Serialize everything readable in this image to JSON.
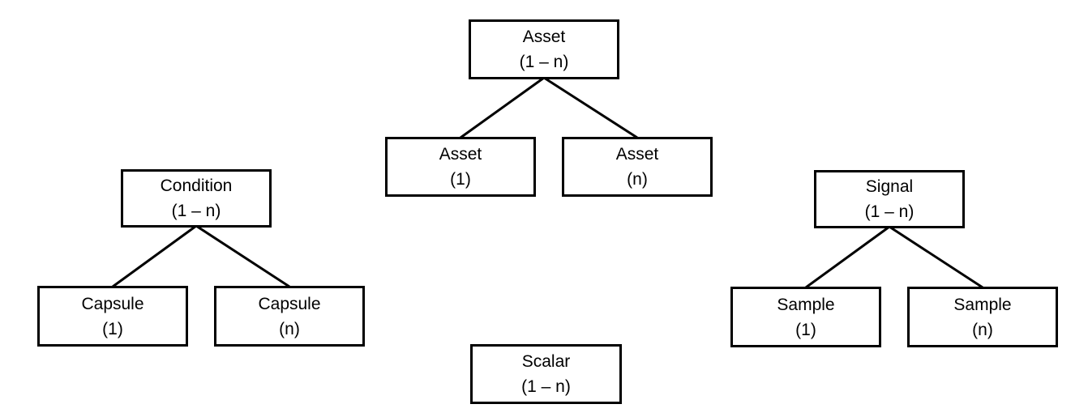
{
  "nodes": {
    "asset_root": {
      "name": "Asset",
      "count": "(1 – n)"
    },
    "asset_one": {
      "name": "Asset",
      "count": "(1)"
    },
    "asset_many": {
      "name": "Asset",
      "count": "(n)"
    },
    "condition": {
      "name": "Condition",
      "count": "(1 – n)"
    },
    "capsule_one": {
      "name": "Capsule",
      "count": "(1)"
    },
    "capsule_many": {
      "name": "Capsule",
      "count": "(n)"
    },
    "signal": {
      "name": "Signal",
      "count": "(1 – n)"
    },
    "sample_one": {
      "name": "Sample",
      "count": "(1)"
    },
    "sample_many": {
      "name": "Sample",
      "count": "(n)"
    },
    "scalar": {
      "name": "Scalar",
      "count": "(1 – n)"
    }
  },
  "edges": [
    {
      "from": "asset_root",
      "to": "asset_one"
    },
    {
      "from": "asset_root",
      "to": "asset_many"
    },
    {
      "from": "condition",
      "to": "capsule_one"
    },
    {
      "from": "condition",
      "to": "capsule_many"
    },
    {
      "from": "signal",
      "to": "sample_one"
    },
    {
      "from": "signal",
      "to": "sample_many"
    }
  ],
  "colors": {
    "stroke": "#000000",
    "background": "#ffffff",
    "text": "#000000"
  }
}
